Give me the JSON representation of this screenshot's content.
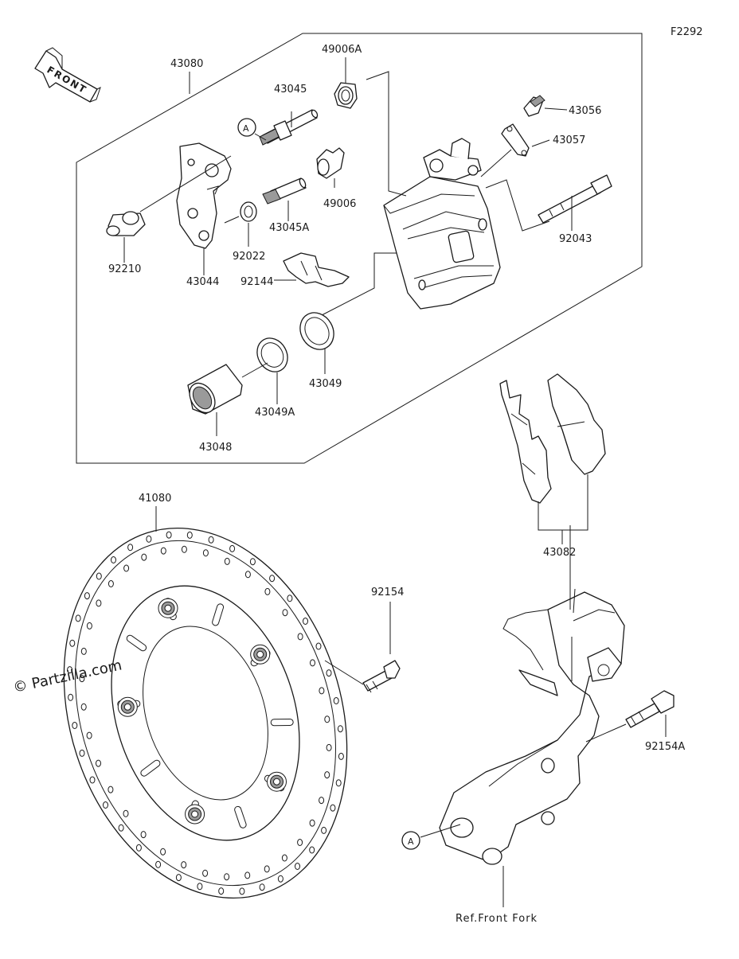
{
  "figure_code": "F2292",
  "front_label": "FRONT",
  "watermark": "© Partzilla.com",
  "ref_label": "Ref.Front Fork",
  "callouts": {
    "circle_a": "A",
    "circle_a2": "A"
  },
  "parts": {
    "p43080": "43080",
    "p49006A": "49006A",
    "p43045": "43045",
    "p43056": "43056",
    "p43057": "43057",
    "p49006": "49006",
    "p43045A": "43045A",
    "p92043": "92043",
    "p92210": "92210",
    "p43044": "43044",
    "p92022": "92022",
    "p92144": "92144",
    "p43049": "43049",
    "p43049A": "43049A",
    "p43048": "43048",
    "p43082": "43082",
    "p41080": "41080",
    "p92154": "92154",
    "p92154A": "92154A"
  }
}
